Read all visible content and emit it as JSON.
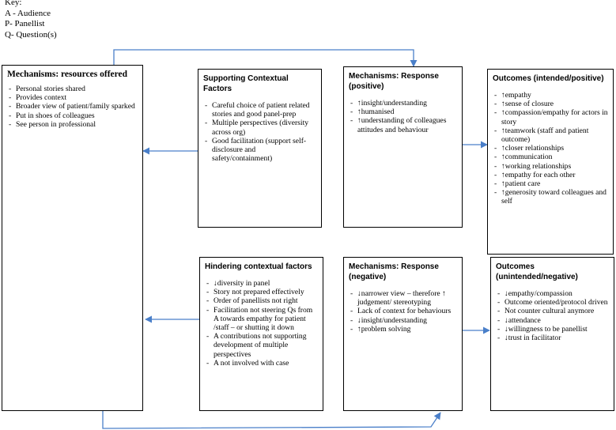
{
  "key": {
    "title": "Key:",
    "lines": [
      "A - Audience",
      "P- Panellist",
      "Q- Question(s)"
    ]
  },
  "boxes": {
    "mechanisms_resources": {
      "title": "Mechanisms: resources offered",
      "items": [
        "Personal stories shared",
        "Provides context",
        "Broader view of patient/family sparked",
        "Put in shoes of colleagues",
        "See person in professional"
      ]
    },
    "supporting_factors": {
      "title": "Supporting Contextual Factors",
      "items": [
        "Careful choice of patient related stories and good panel-prep",
        "Multiple perspectives (diversity across org)",
        "Good facilitation (support self-disclosure and safety/containment)"
      ]
    },
    "response_positive": {
      "title": "Mechanisms: Response (positive)",
      "items": [
        "↑insight/understanding",
        "↑humanised",
        "↑understanding of colleagues attitudes and behaviour"
      ]
    },
    "outcomes_positive": {
      "title": "Outcomes (intended/positive)",
      "items": [
        "↑empathy",
        "↑sense of closure",
        "↑compassion/empathy for actors in story",
        "↑teamwork (staff and patient outcome)",
        "↑closer relationships",
        "↑communication",
        "↑working relationships",
        "↑empathy for each other",
        "↑patient care",
        "↑generosity toward colleagues and self"
      ]
    },
    "hindering_factors": {
      "title": "Hindering contextual factors",
      "items": [
        "↓diversity in panel",
        "Story not prepared effectively",
        "Order of panellists not right",
        "Facilitation not steering Qs from A towards empathy for patient /staff – or shutting it down",
        "A contributions not supporting development of multiple perspectives",
        "A not involved with case"
      ]
    },
    "response_negative": {
      "title": "Mechanisms: Response (negative)",
      "items": [
        "↓narrower view – therefore ↑ judgement/ stereotyping",
        "Lack of context for behaviours",
        "↓insight/understanding",
        "↑problem solving"
      ]
    },
    "outcomes_negative": {
      "title": "Outcomes (unintended/negative)",
      "items": [
        "↓empathy/compassion",
        "Outcome oriented/protocol driven",
        "Not counter cultural anymore",
        "↓attendance",
        "↓willingness to be panellist",
        "↓trust in facilitator"
      ]
    }
  },
  "colors": {
    "arrow": "#4a7fc9",
    "border": "#000000"
  }
}
